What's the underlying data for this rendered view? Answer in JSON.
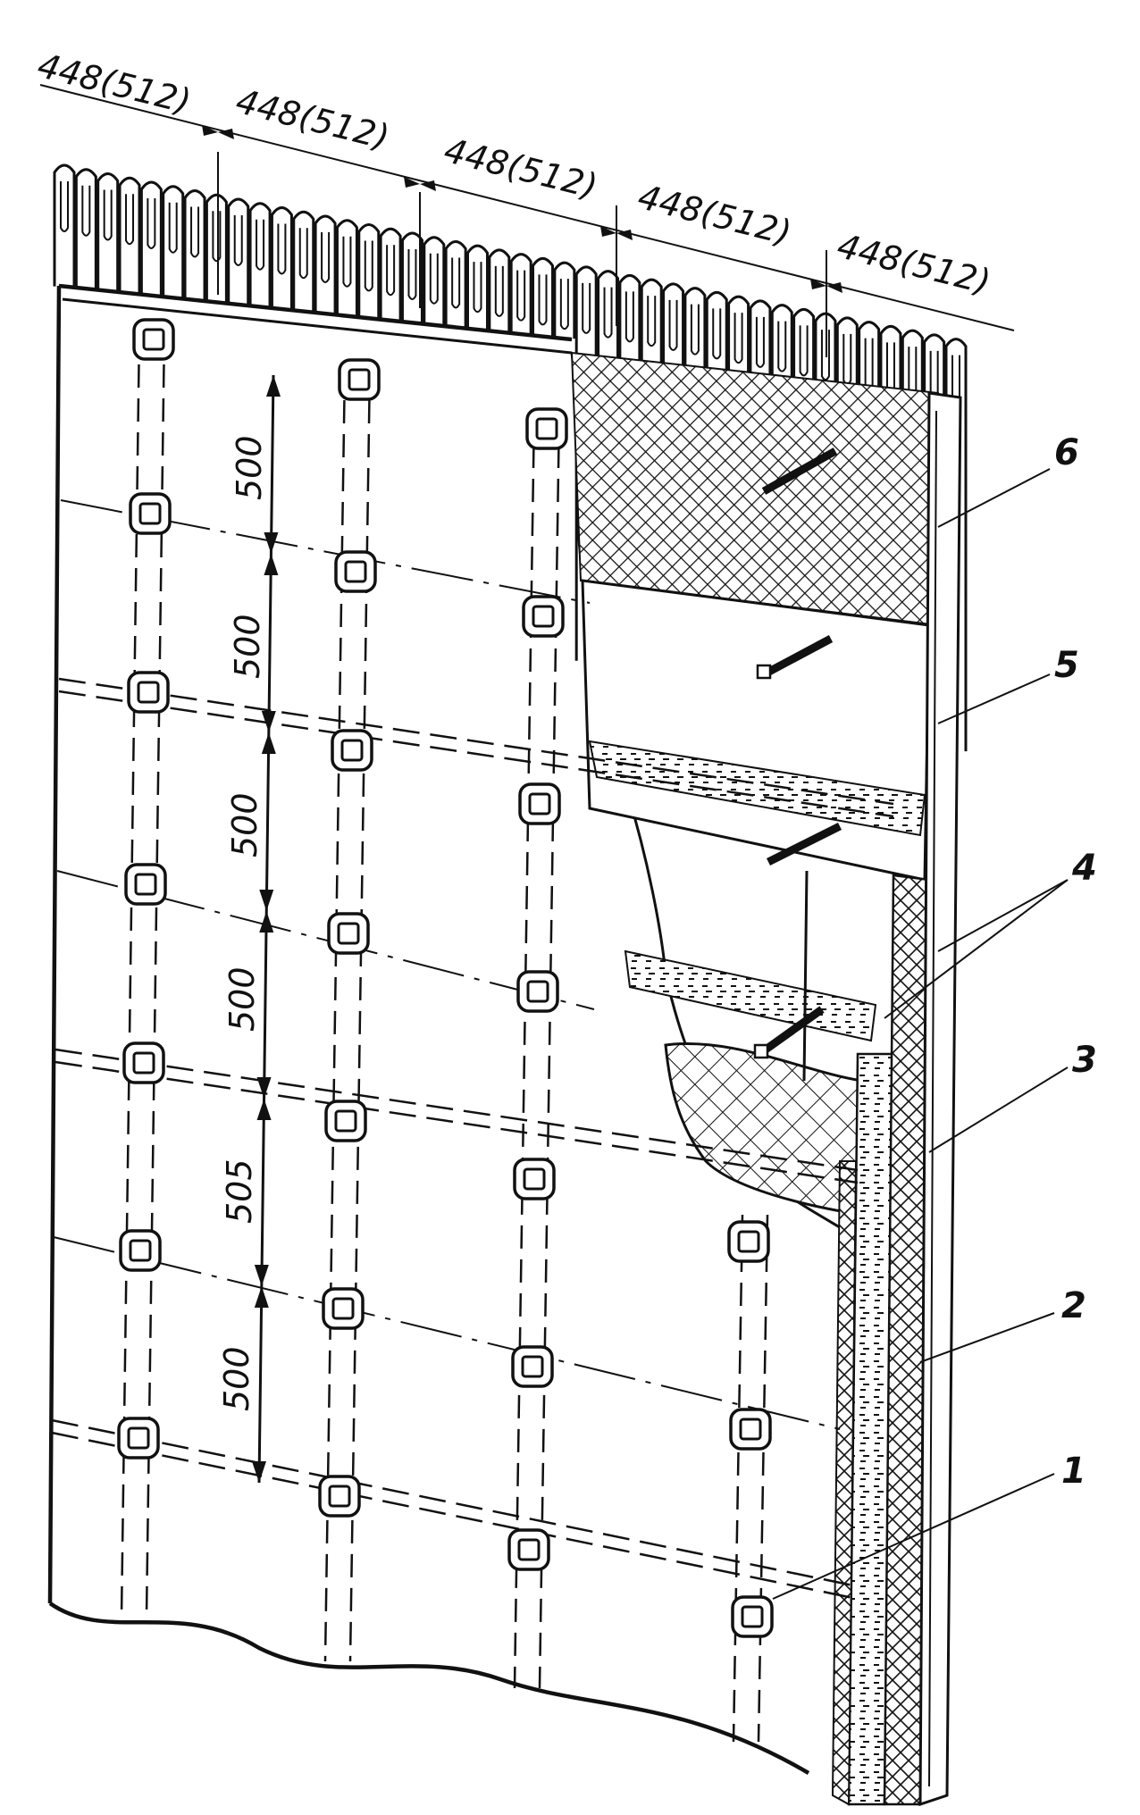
{
  "figure": {
    "top_dimensions": [
      "448(512)",
      "448(512)",
      "448(512)",
      "448(512)",
      "448(512)"
    ],
    "vertical_dimensions": [
      "500",
      "500",
      "500",
      "500",
      "505",
      "500"
    ],
    "callouts": [
      "1",
      "2",
      "3",
      "4",
      "5",
      "6"
    ]
  },
  "colors": {
    "ink": "#111111",
    "paper": "#ffffff"
  }
}
